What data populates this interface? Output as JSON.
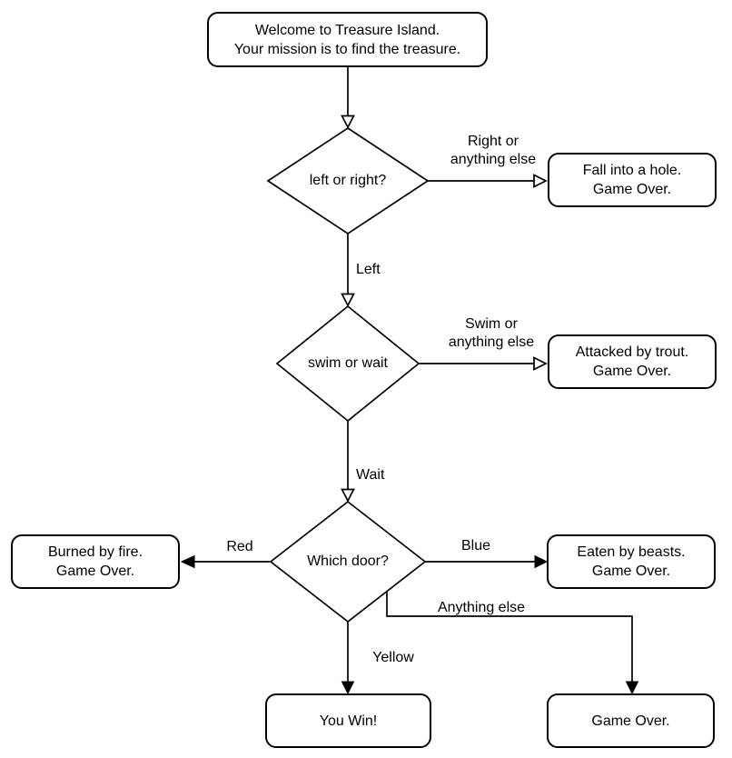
{
  "diagram": {
    "type": "flowchart",
    "background": "#ffffff",
    "stroke_color": "#000000",
    "node_fill": "#ffffff",
    "nodes": {
      "start": "Welcome to Treasure Island.\nYour mission is to find the treasure.",
      "decision1": "left or right?",
      "decision2": "swim or wait",
      "decision3": "Which door?",
      "fall": "Fall into a hole.\nGame Over.",
      "trout": "Attacked by trout.\nGame Over.",
      "fire": "Burned by fire.\nGame Over.",
      "beasts": "Eaten by beasts.\nGame Over.",
      "win": "You Win!",
      "gameover": "Game Over."
    },
    "edges": {
      "right_else": "Right or\nanything else",
      "left": "Left",
      "swim_else": "Swim or\nanything else",
      "wait": "Wait",
      "red": "Red",
      "blue": "Blue",
      "yellow": "Yellow",
      "anything_else": "Anything else"
    }
  }
}
